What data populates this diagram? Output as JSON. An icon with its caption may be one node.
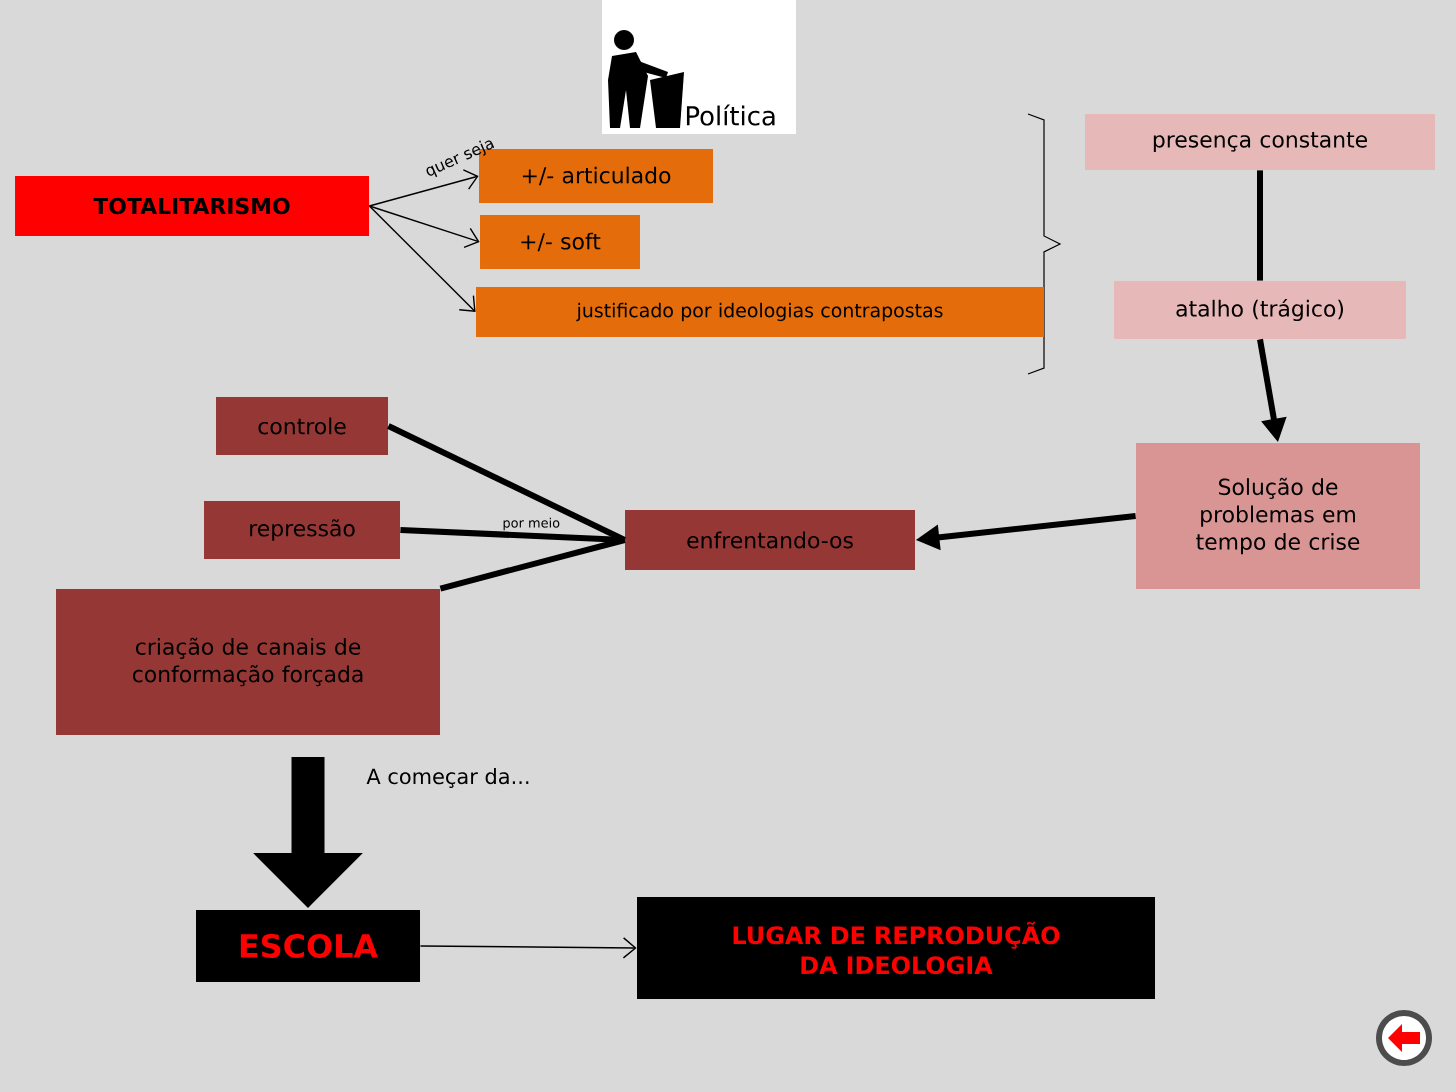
{
  "diagram": {
    "nodes": [
      {
        "text": [
          "TOTALITARISMO"
        ]
      },
      {
        "text": [
          "+/- articulado"
        ]
      },
      {
        "text": [
          "+/- soft"
        ]
      },
      {
        "text": [
          "justificado por ideologias contrapostas"
        ]
      },
      {
        "text": [
          "presença constante"
        ]
      },
      {
        "text": [
          "atalho (trágico)"
        ]
      },
      {
        "text": [
          "Solução de problemas em tempo de crise"
        ]
      },
      {
        "text": [
          "controle"
        ]
      },
      {
        "text": [
          "repressão"
        ]
      },
      {
        "text": [
          "criação de canais de conformação forçada"
        ]
      },
      {
        "text": [
          "enfrentando-os"
        ]
      },
      {
        "text": [
          "ESCOLA"
        ]
      },
      {
        "text": [
          "LUGAR DE REPRODUÇÃO DA IDEOLOGIA"
        ]
      }
    ],
    "edges": [
      {
        "from": 0,
        "to": 1,
        "arrow": "to",
        "label": "quer seja"
      },
      {
        "from": 0,
        "to": 2,
        "arrow": "to"
      },
      {
        "from": 0,
        "to": 3,
        "arrow": "to"
      },
      {
        "from": 4,
        "to": 5,
        "arrow": "none"
      },
      {
        "from": 5,
        "to": 6,
        "arrow": "to"
      },
      {
        "from": 6,
        "to": 10,
        "arrow": "to"
      },
      {
        "from": 7,
        "to": 10,
        "arrow": "none"
      },
      {
        "from": 8,
        "to": 10,
        "arrow": "none",
        "label": "por meio"
      },
      {
        "from": 9,
        "to": 10,
        "arrow": "none"
      },
      {
        "from": 9,
        "to": 11,
        "arrow": "to",
        "style": "thick",
        "label": "A começar da..."
      },
      {
        "from": 11,
        "to": 12,
        "arrow": "to"
      }
    ],
    "labels": [
      "Política"
    ]
  }
}
